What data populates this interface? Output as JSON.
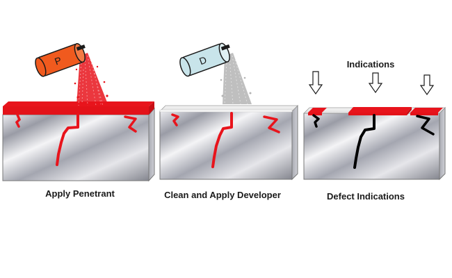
{
  "captions": {
    "step1": "Apply Penetrant",
    "step2": "Clean and Apply Developer",
    "step3": "Defect Indications",
    "indications": "Indications"
  },
  "cans": {
    "penetrant_letter": "P",
    "developer_letter": "D"
  },
  "colors": {
    "penetrant": "#e8141c",
    "penetrant_can": "#f05a1e",
    "developer_can": "#c8e4ea",
    "developer_spray": "#b4b4b4",
    "indication": "#000000",
    "outline": "#1a1a1a"
  },
  "icons": {
    "arrow": "down-arrow-icon",
    "can": "spray-can-icon"
  }
}
